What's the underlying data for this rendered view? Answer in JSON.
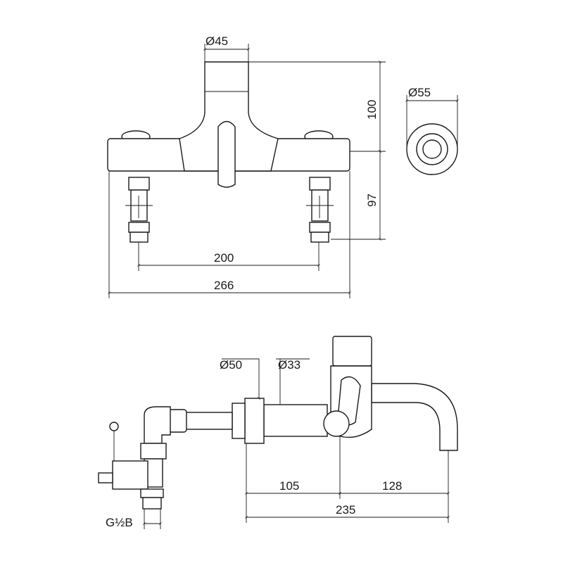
{
  "front_view": {
    "dim_spout_diameter": "Ø45",
    "dim_height_top": "100",
    "dim_height_bottom": "97",
    "dim_inlet_spacing": "200",
    "dim_overall_width": "266"
  },
  "handle_view": {
    "dim_handle_diameter": "Ø55"
  },
  "side_view": {
    "dim_flange_diameter": "Ø50",
    "dim_pipe_diameter": "Ø33",
    "dim_body_offset": "105",
    "dim_spout_reach": "128",
    "dim_total_projection": "235",
    "dim_thread": "G½B"
  }
}
